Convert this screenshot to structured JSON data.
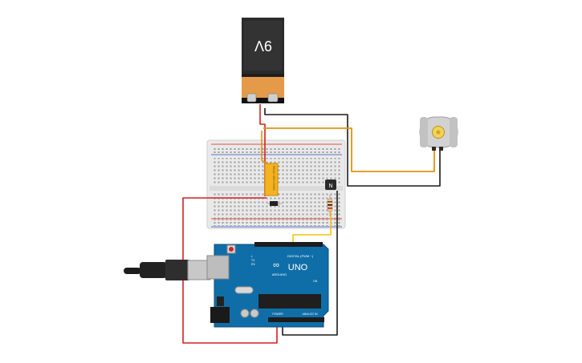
{
  "battery": {
    "label": "9V"
  },
  "relay": {
    "label": "RELAY SRD-05VDC"
  },
  "transistor": {
    "label": "N"
  },
  "arduino": {
    "brand": "ARDUINO",
    "model": "UNO",
    "digital_label": "DIGITAL (PWM ~)",
    "power_label": "POWER",
    "analog_label": "ANALOG IN",
    "tx_label": "TX",
    "rx_label": "RX",
    "l_label": "L",
    "on_label": "ON"
  },
  "colors": {
    "wire_red": "#d42020",
    "wire_black": "#1a1a1a",
    "wire_orange": "#e8920c",
    "wire_yellow": "#f2c40c",
    "board_blue": "#0f6ea8",
    "battery_body": "#2b2b2b",
    "battery_band": "#e49a48",
    "relay_body": "#f4b321",
    "breadboard": "#e7e7e7"
  }
}
